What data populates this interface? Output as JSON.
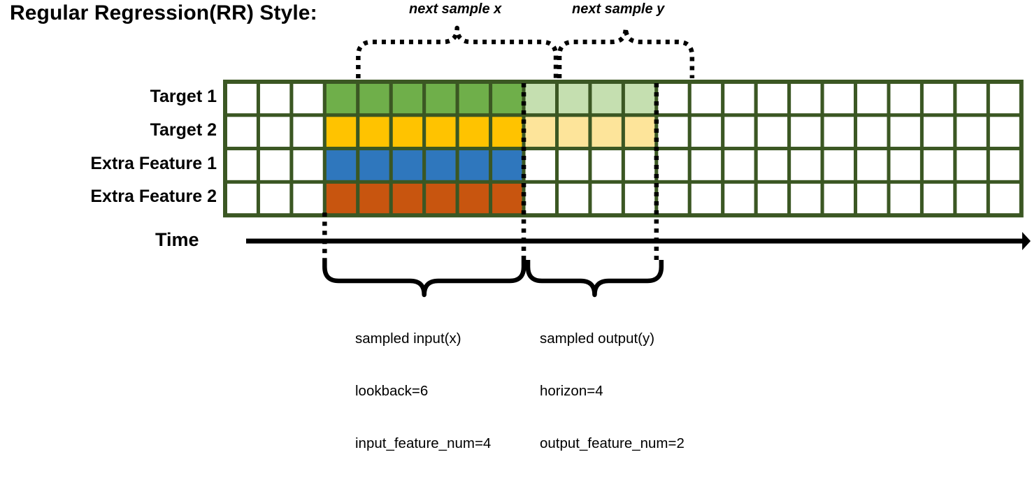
{
  "title": "Regular Regression(RR) Style:",
  "grid": {
    "columns": 24,
    "border_color": "#3b5723",
    "rows": [
      {
        "label": "Target 1",
        "name": "target-1",
        "fill": "#6faf4a",
        "light_fill": "#c5dfb0",
        "has_output": true
      },
      {
        "label": "Target 2",
        "name": "target-2",
        "fill": "#ffc300",
        "light_fill": "#fde49a",
        "has_output": true
      },
      {
        "label": "Extra Feature 1",
        "name": "extra-feature-1",
        "fill": "#2f77bd",
        "light_fill": "#ffffff",
        "has_output": false
      },
      {
        "label": "Extra Feature 2",
        "name": "extra-feature-2",
        "fill": "#c8550f",
        "light_fill": "#ffffff",
        "has_output": false
      }
    ],
    "input_start_col": 3,
    "input_len": 6,
    "output_start_col": 9,
    "output_len": 4
  },
  "annotations": {
    "next_sample_x": "next sample x",
    "next_sample_y": "next sample y"
  },
  "time_axis": {
    "label": "Time"
  },
  "captions": {
    "input": {
      "line1": "sampled input(x)",
      "line2": "lookback=6",
      "line3": "input_feature_num=4"
    },
    "output": {
      "line1": "sampled output(y)",
      "line2": "horizon=4",
      "line3": "output_feature_num=2"
    }
  },
  "colors": {
    "grid_border": "#3b5723",
    "target1": "#6faf4a",
    "target1_light": "#c5dfb0",
    "target2": "#ffc300",
    "target2_light": "#fde49a",
    "extra1": "#2f77bd",
    "extra2": "#c8550f",
    "line": "#000000"
  }
}
